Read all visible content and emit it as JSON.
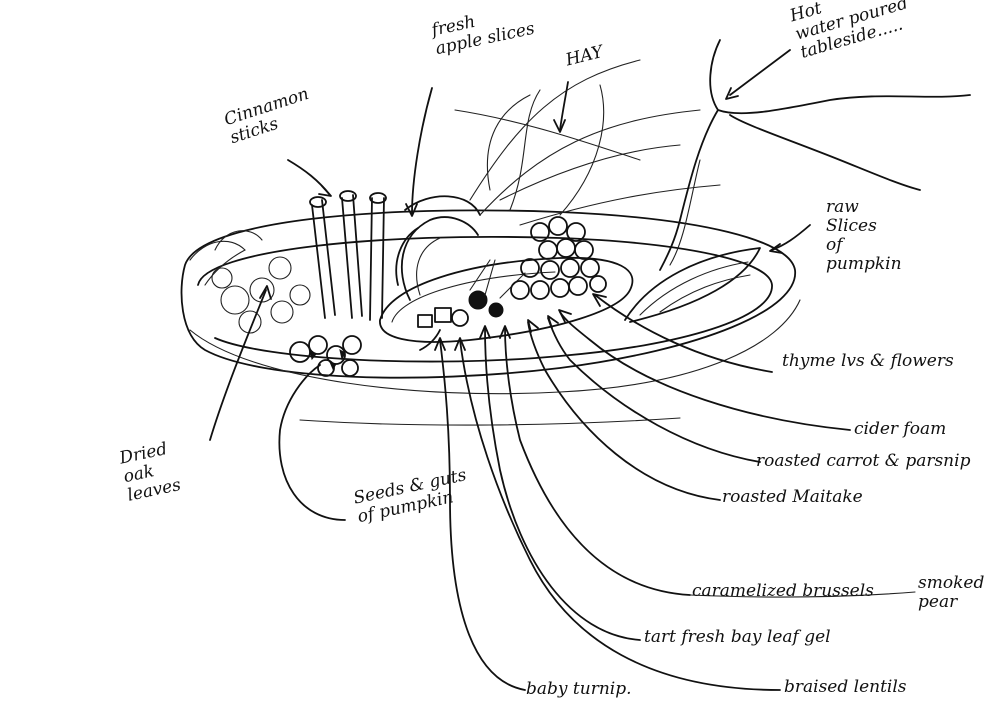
{
  "labels": {
    "cinnamon": "Cinnamon\nsticks",
    "apple": "fresh\napple slices",
    "hay": "HAY",
    "water": "Hot\nwater poured\ntableside.....",
    "pumpkin_raw": "raw\nSlices\nof\npumpkin",
    "thyme": "thyme lvs & flowers",
    "cider": "cider foam",
    "carrot": "roasted carrot & parsnip",
    "maitake": "roasted Maitake",
    "oak": "Dried\noak\nleaves",
    "seeds": "Seeds & guts\nof pumpkin",
    "brussels": "caramelized brussels",
    "pear": "smoked\npear",
    "bayleaf": "tart fresh bay leaf gel",
    "turnip": "baby turnip.",
    "lentils": "braised lentils"
  }
}
